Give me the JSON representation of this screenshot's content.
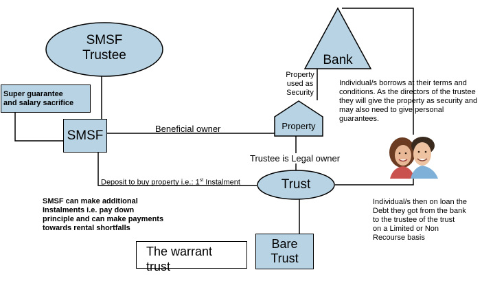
{
  "nodes": {
    "smsf_trustee": {
      "line1": "SMSF",
      "line2": "Trustee"
    },
    "bank": {
      "label": "Bank"
    },
    "property": {
      "label": "Property"
    },
    "super_guarantee": {
      "line1": "Super guarantee",
      "line2": "and salary sacrifice"
    },
    "smsf": {
      "label": "SMSF"
    },
    "trust": {
      "label": "Trust"
    },
    "bare_trust": {
      "line1": "Bare",
      "line2": "Trust"
    },
    "warrant_trust": {
      "line1": "The warrant",
      "line2": "trust"
    }
  },
  "edge_labels": {
    "beneficial_owner": "Beneficial owner",
    "trustee_legal_owner": "Trustee is Legal owner",
    "deposit": {
      "text": "Deposit to buy property i.e.: 1",
      "sup": "st",
      "suffix": " Instalment"
    },
    "property_security": [
      "Property",
      "used as",
      "Security"
    ]
  },
  "notes": {
    "bank_note": [
      "Individual/s borrows at their terms and",
      "conditions. As the directors of the trustee",
      "they will give the property as security and",
      "may also need to give personal",
      "guarantees."
    ],
    "smsf_note": [
      "SMSF can make additional",
      "Instalments i.e. pay down",
      "principle and can make payments",
      "towards rental shortfalls"
    ],
    "individuals_note": [
      "Individual/s then on loan the",
      "Debt they got from the bank",
      "to the trustee of the trust",
      "on a Limited or Non",
      "Recourse basis"
    ]
  },
  "colors": {
    "fill": "#b8d3e3",
    "stroke": "#000000"
  }
}
